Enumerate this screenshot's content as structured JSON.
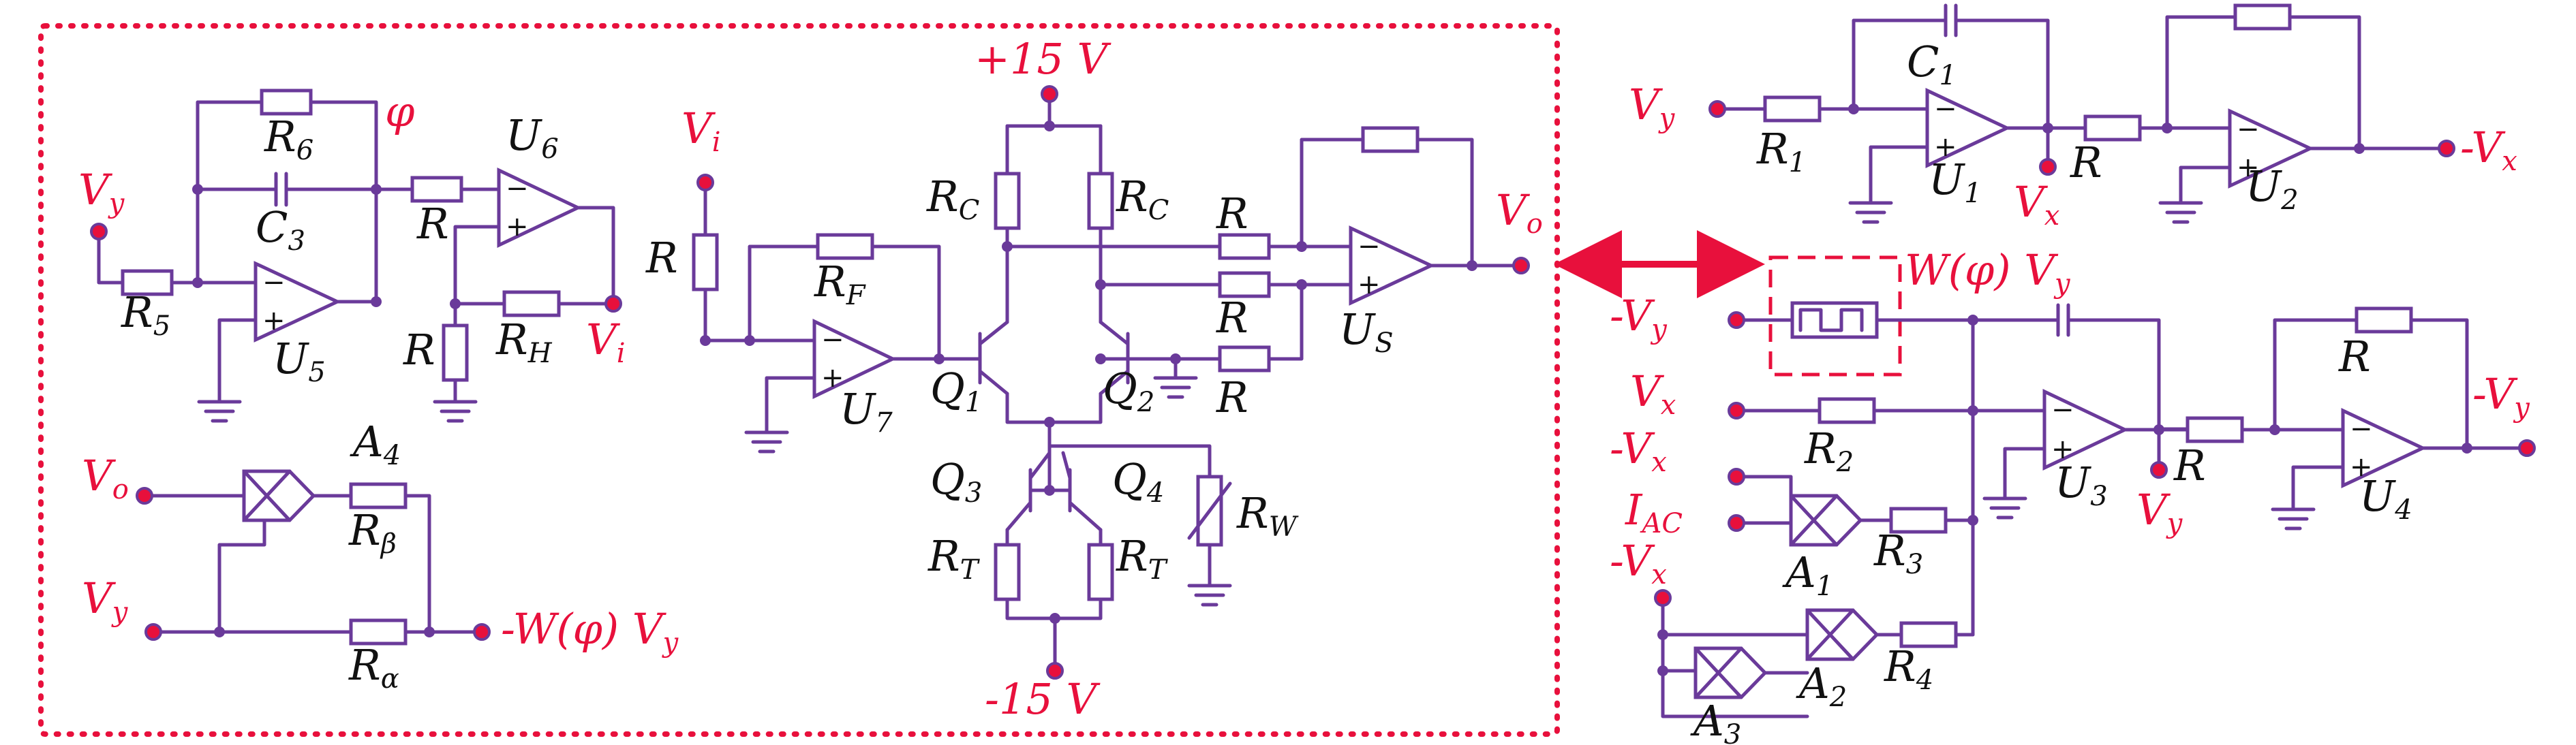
{
  "labels": {
    "R5": {
      "m": "R",
      "s": "5"
    },
    "R6": {
      "m": "R",
      "s": "6"
    },
    "C3": {
      "m": "C",
      "s": "3"
    },
    "U5": {
      "m": "U",
      "s": "5"
    },
    "U6": {
      "m": "U",
      "s": "6"
    },
    "R_u6in": {
      "m": "R",
      "s": ""
    },
    "R_gnd6": {
      "m": "R",
      "s": ""
    },
    "RH": {
      "m": "R",
      "s": "H"
    },
    "phi": {
      "m": "φ",
      "s": ""
    },
    "A4": {
      "m": "A",
      "s": "4"
    },
    "Rbeta": {
      "m": "R",
      "s": "β"
    },
    "Ralpha": {
      "m": "R",
      "s": "α"
    },
    "R_u7in": {
      "m": "R",
      "s": ""
    },
    "RF": {
      "m": "R",
      "s": "F"
    },
    "U7": {
      "m": "U",
      "s": "7"
    },
    "Q1": {
      "m": "Q",
      "s": "1"
    },
    "Q2": {
      "m": "Q",
      "s": "2"
    },
    "Q3": {
      "m": "Q",
      "s": "3"
    },
    "Q4": {
      "m": "Q",
      "s": "4"
    },
    "RC_left": {
      "m": "R",
      "s": "C"
    },
    "RC_right": {
      "m": "R",
      "s": "C"
    },
    "RT_left": {
      "m": "R",
      "s": "T"
    },
    "RT_right": {
      "m": "R",
      "s": "T"
    },
    "RW": {
      "m": "R",
      "s": "W"
    },
    "R_s1": {
      "m": "R",
      "s": ""
    },
    "R_s2": {
      "m": "R",
      "s": ""
    },
    "R_s3": {
      "m": "R",
      "s": ""
    },
    "US": {
      "m": "U",
      "s": "S"
    },
    "R1": {
      "m": "R",
      "s": "1"
    },
    "C1": {
      "m": "C",
      "s": "1"
    },
    "U1": {
      "m": "U",
      "s": "1"
    },
    "R_u2in": {
      "m": "R",
      "s": ""
    },
    "U2": {
      "m": "U",
      "s": "2"
    },
    "R2": {
      "m": "R",
      "s": "2"
    },
    "U3": {
      "m": "U",
      "s": "3"
    },
    "R_u4in": {
      "m": "R",
      "s": ""
    },
    "R_u4fb": {
      "m": "R",
      "s": ""
    },
    "U4": {
      "m": "U",
      "s": "4"
    },
    "A1": {
      "m": "A",
      "s": "1"
    },
    "R3": {
      "m": "R",
      "s": "3"
    },
    "A2": {
      "m": "A",
      "s": "2"
    },
    "R4": {
      "m": "R",
      "s": "4"
    },
    "A3": {
      "m": "A",
      "s": "3"
    }
  },
  "signals": {
    "Vy_u5": {
      "p": "",
      "m": "V",
      "s": "y",
      "t": ""
    },
    "Vi_out": {
      "p": "",
      "m": "V",
      "s": "i",
      "t": ""
    },
    "Vo_a4": {
      "p": "",
      "m": "V",
      "s": "o",
      "t": ""
    },
    "Vy_a4": {
      "p": "",
      "m": "V",
      "s": "y",
      "t": ""
    },
    "W_out": {
      "p": "-",
      "m": "W(φ) V",
      "s": "y",
      "t": ""
    },
    "Vi_u7": {
      "p": "",
      "m": "V",
      "s": "i",
      "t": ""
    },
    "Vo_us": {
      "p": "",
      "m": "V",
      "s": "o",
      "t": ""
    },
    "plus15": {
      "p": "",
      "m": "+15 V",
      "s": "",
      "t": ""
    },
    "minus15": {
      "p": "",
      "m": "-15 V",
      "s": "",
      "t": ""
    },
    "Vy_r1": {
      "p": "",
      "m": "V",
      "s": "y",
      "t": ""
    },
    "Vx_u1": {
      "p": "",
      "m": "V",
      "s": "x",
      "t": ""
    },
    "mVx_u2": {
      "p": "-",
      "m": "V",
      "s": "x",
      "t": ""
    },
    "W_box": {
      "p": "",
      "m": "W(φ) V",
      "s": "y",
      "t": ""
    },
    "mVy_in": {
      "p": "-",
      "m": "V",
      "s": "y",
      "t": ""
    },
    "Vx_in": {
      "p": "",
      "m": "V",
      "s": "x",
      "t": ""
    },
    "mVx_in1": {
      "p": "-",
      "m": "V",
      "s": "x",
      "t": ""
    },
    "IAC": {
      "p": "",
      "m": "I",
      "s": "AC",
      "t": ""
    },
    "mVx_in2": {
      "p": "-",
      "m": "V",
      "s": "x",
      "t": ""
    },
    "Vy_u3": {
      "p": "",
      "m": "V",
      "s": "y",
      "t": ""
    },
    "mVy_out": {
      "p": "-",
      "m": "V",
      "s": "y",
      "t": ""
    }
  },
  "opamp_signs": {
    "minus": "−",
    "plus": "+"
  },
  "colors": {
    "wire": "#6a3a9a",
    "signal": "#e8103c",
    "label": "#111111"
  }
}
